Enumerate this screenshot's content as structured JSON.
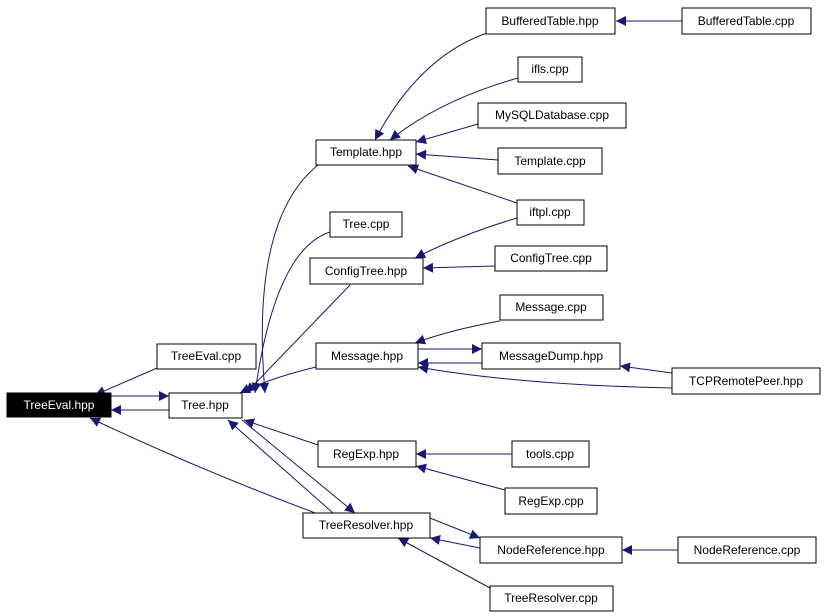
{
  "diagram": {
    "colors": {
      "edge": "#191970",
      "root_fill": "#000000",
      "node_fill": "#ffffff",
      "node_border": "#000000"
    },
    "nodes": {
      "treeeval_hpp": "TreeEval.hpp",
      "treeeval_cpp": "TreeEval.cpp",
      "tree_hpp": "Tree.hpp",
      "template_hpp": "Template.hpp",
      "tree_cpp": "Tree.cpp",
      "configtree_hpp": "ConfigTree.hpp",
      "message_hpp": "Message.hpp",
      "regexp_hpp": "RegExp.hpp",
      "treeresolver_hpp": "TreeResolver.hpp",
      "bufferedtable_hpp": "BufferedTable.hpp",
      "ifls_cpp": "ifls.cpp",
      "mysqldatabase_cpp": "MySQLDatabase.cpp",
      "template_cpp": "Template.cpp",
      "iftpl_cpp": "iftpl.cpp",
      "configtree_cpp": "ConfigTree.cpp",
      "message_cpp": "Message.cpp",
      "messagedump_hpp": "MessageDump.hpp",
      "tools_cpp": "tools.cpp",
      "regexp_cpp": "RegExp.cpp",
      "nodereference_hpp": "NodeReference.hpp",
      "treeresolver_cpp": "TreeResolver.cpp",
      "bufferedtable_cpp": "BufferedTable.cpp",
      "tcpremotepeer_hpp": "TCPRemotePeer.hpp",
      "nodereference_cpp": "NodeReference.cpp"
    }
  }
}
